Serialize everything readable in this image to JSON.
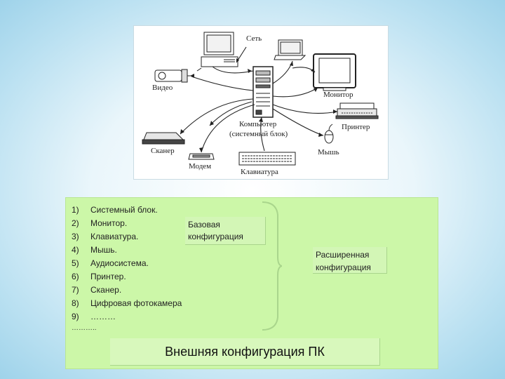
{
  "diagram": {
    "labels": {
      "network": "Сеть",
      "video": "Видео",
      "monitor": "Монитор",
      "computer": "Компьютер",
      "system_unit": "(системный блок)",
      "printer": "Принтер",
      "scanner": "Сканер",
      "mouse": "Мышь",
      "modem": "Модем",
      "keyboard": "Клавиатура"
    }
  },
  "list": {
    "items": [
      {
        "num": "1)",
        "text": "Системный блок."
      },
      {
        "num": "2)",
        "text": "Монитор."
      },
      {
        "num": "3)",
        "text": "Клавиатура."
      },
      {
        "num": "4)",
        "text": "Мышь."
      },
      {
        "num": "5)",
        "text": "Аудиосистема."
      },
      {
        "num": "6)",
        "text": "Принтер."
      },
      {
        "num": "7)",
        "text": "Сканер."
      },
      {
        "num": "8)",
        "text": "Цифровая фотокамера"
      },
      {
        "num": "9)",
        "text": "………"
      }
    ],
    "ellipsis": "……….."
  },
  "boxes": {
    "basic_line1": "Базовая",
    "basic_line2": "конфигурация",
    "extended_line1": "Расширенная",
    "extended_line2": "конфигурация"
  },
  "title": "Внешняя конфигурация ПК"
}
